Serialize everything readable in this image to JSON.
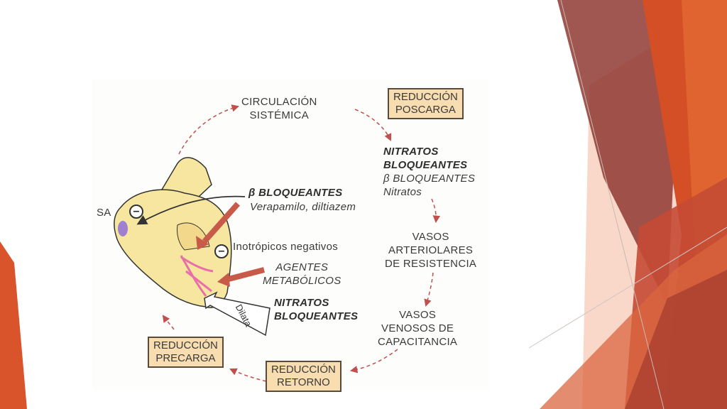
{
  "diagram": {
    "circulacion": [
      "CIRCULACIÓN",
      "SISTÉMICA"
    ],
    "reduccion_poscarga": [
      "REDUCCIÓN",
      "POSCARGA"
    ],
    "nitratos_group": {
      "line1": "NITRATOS",
      "line2": "BLOQUEANTES",
      "line3": "β BLOQUEANTES",
      "line4": "Nitratos"
    },
    "vasos_arteriolares": [
      "VASOS",
      "ARTERIOLARES",
      "DE RESISTENCIA"
    ],
    "vasos_venosos": [
      "VASOS",
      "VENOSOS DE",
      "CAPACITANCIA"
    ],
    "reduccion_retorno": [
      "REDUCCIÓN",
      "RETORNO"
    ],
    "reduccion_precarga": [
      "REDUCCIÓN",
      "PRECARGA"
    ],
    "sa_label": "SA",
    "beta_bloqueantes": "β BLOQUEANTES",
    "verapamilo": "Verapamilo, diltiazem",
    "inotropicos": "Inotrópicos negativos",
    "agentes": [
      "AGENTES",
      "METABÓLICOS"
    ],
    "nitratos_bloqueantes_bottom": [
      "NITRATOS",
      "BLOQUEANTES"
    ],
    "dilata": "Dilata",
    "minus_symbol": "–"
  },
  "colors": {
    "heart_fill": "#f6e6a0",
    "heart_stroke": "#333333",
    "sa_node": "#9e7fd0",
    "arrow_red": "#c85a4a",
    "dashed_arrow": "#c0504d",
    "box_fill": "#f8ddb0",
    "pink_lines": "#e86fa8",
    "deco_dark_red": "#8b2e26",
    "deco_orange": "#d9532b",
    "deco_peach": "#f2b69c"
  }
}
